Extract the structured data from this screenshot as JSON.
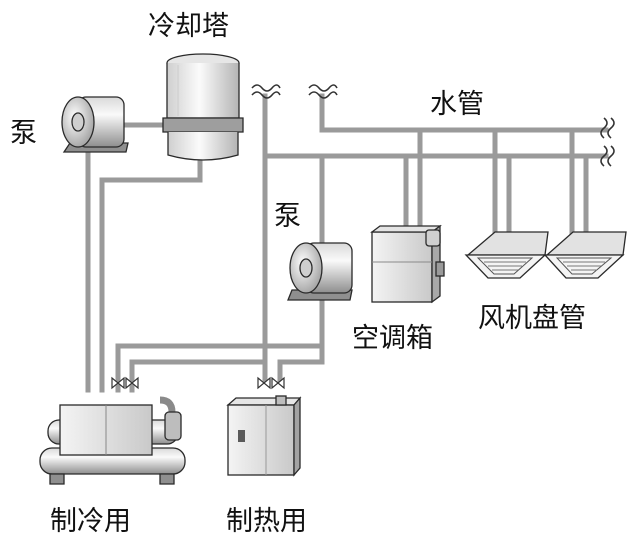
{
  "labels": {
    "cooling_tower": "冷却塔",
    "pump_left": "泵",
    "pump_middle": "泵",
    "water_pipe": "水管",
    "air_handler": "空调箱",
    "fan_coil": "风机盘管",
    "chiller": "制冷用",
    "heater": "制热用"
  },
  "colors": {
    "pipe": "#9a9a9a",
    "equipment_light": "#f0f0f0",
    "equipment_dark": "#9c9c9c",
    "text": "#111111"
  }
}
